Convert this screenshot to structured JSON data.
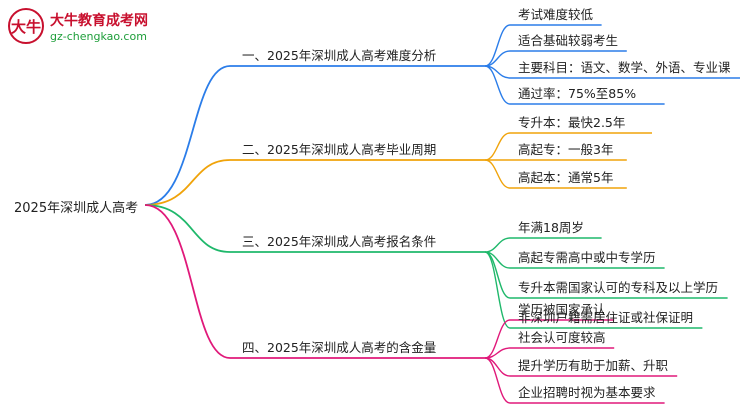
{
  "logo": {
    "badge": "大牛",
    "title": "大牛教育成考网",
    "url": "gz-chengkao.com"
  },
  "root": "2025年深圳成人高考",
  "branches": [
    {
      "label": "一、2025年深圳成人高考难度分析",
      "color": "#2b7de9",
      "leaves": [
        "考试难度较低",
        "适合基础较弱考生",
        "主要科目：语文、数学、外语、专业课",
        "通过率：75%至85%"
      ]
    },
    {
      "label": "二、2025年深圳成人高考毕业周期",
      "color": "#f0a30a",
      "leaves": [
        "专升本：最快2.5年",
        "高起专：一般3年",
        "高起本：通常5年"
      ]
    },
    {
      "label": "三、2025年深圳成人高考报名条件",
      "color": "#1fb86b",
      "leaves": [
        "年满18周岁",
        "高起专需高中或中专学历",
        "专升本需国家认可的专科及以上学历",
        "非深圳户籍需居住证或社保证明"
      ]
    },
    {
      "label": "四、2025年深圳成人高考的含金量",
      "color": "#e0197a",
      "leaves": [
        "学历被国家承认",
        "社会认可度较高",
        "提升学历有助于加薪、升职",
        "企业招聘时视为基本要求"
      ]
    }
  ]
}
